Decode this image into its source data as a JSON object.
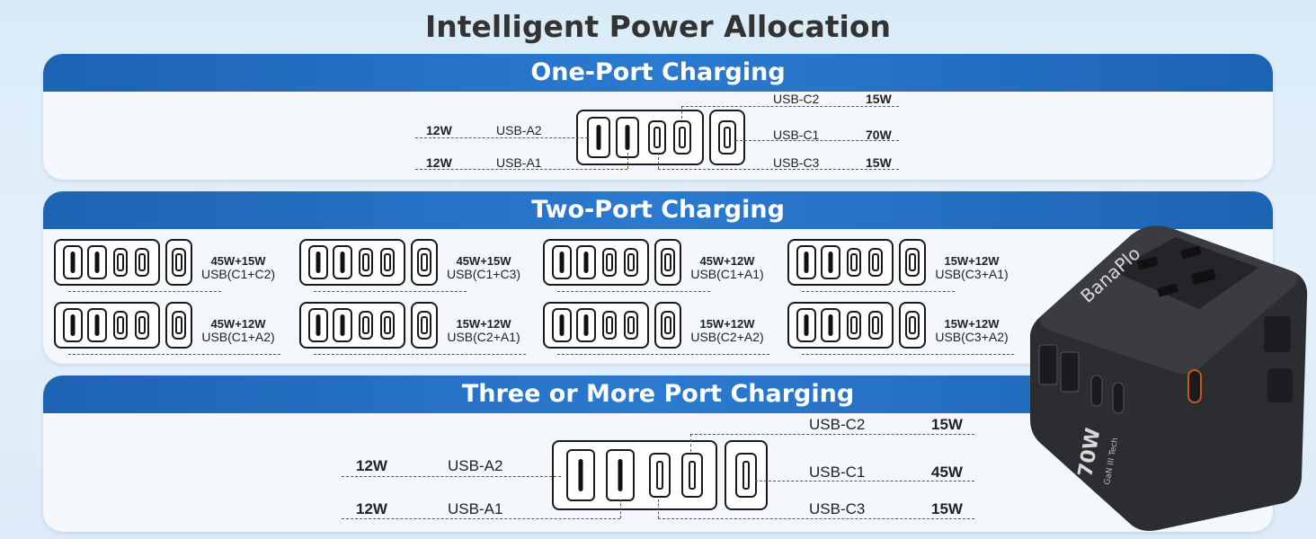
{
  "title": "Intelligent Power Allocation",
  "one_port": {
    "heading": "One-Port Charging",
    "usb_a2": {
      "watt": "12W",
      "label": "USB-A2"
    },
    "usb_a1": {
      "watt": "12W",
      "label": "USB-A1"
    },
    "usb_c2": {
      "watt": "15W",
      "label": "USB-C2"
    },
    "usb_c1": {
      "watt": "70W",
      "label": "USB-C1"
    },
    "usb_c3": {
      "watt": "15W",
      "label": "USB-C3"
    }
  },
  "two_port": {
    "heading": "Two-Port Charging",
    "combos": [
      {
        "watt": "45W+15W",
        "usb": "USB(C1+C2)"
      },
      {
        "watt": "45W+15W",
        "usb": "USB(C1+C3)"
      },
      {
        "watt": "45W+12W",
        "usb": "USB(C1+A1)"
      },
      {
        "watt": "15W+12W",
        "usb": "USB(C3+A1)"
      },
      {
        "watt": "45W+12W",
        "usb": "USB(C1+A2)"
      },
      {
        "watt": "15W+12W",
        "usb": "USB(C2+A1)"
      },
      {
        "watt": "15W+12W",
        "usb": "USB(C2+A2)"
      },
      {
        "watt": "15W+12W",
        "usb": "USB(C3+A2)"
      }
    ]
  },
  "three_port": {
    "heading": "Three or More Port Charging",
    "usb_a2": {
      "watt": "12W",
      "label": "USB-A2"
    },
    "usb_a1": {
      "watt": "12W",
      "label": "USB-A1"
    },
    "usb_c2": {
      "watt": "15W",
      "label": "USB-C2"
    },
    "usb_c1": {
      "watt": "45W",
      "label": "USB-C1"
    },
    "usb_c3": {
      "watt": "15W",
      "label": "USB-C3"
    }
  },
  "device": {
    "brand": "BanaPlo",
    "power": "70W",
    "tech": "GaN III Tech",
    "body_color": "#2b2d31"
  }
}
